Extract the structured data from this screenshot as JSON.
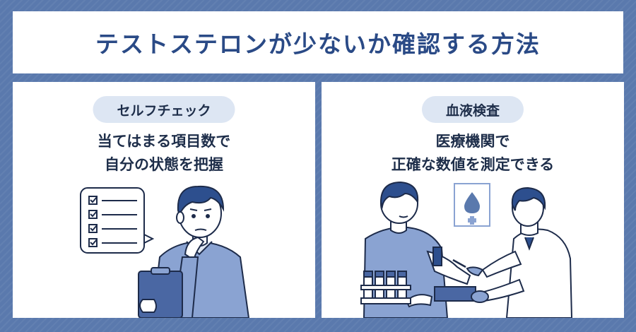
{
  "title": "テストステロンが少ないか確認する方法",
  "left_panel": {
    "label": "セルフチェック",
    "desc_line1": "当てはまる項目数で",
    "desc_line2": "自分の状態を把握"
  },
  "right_panel": {
    "label": "血液検査",
    "desc_line1": "医療機関で",
    "desc_line2": "正確な数値を測定できる"
  },
  "colors": {
    "background": "#5a79ad",
    "title_text": "#2a4a86",
    "pill": "#dde6f3",
    "body_text": "#1e2e4a",
    "shirt": "#8aa3d2",
    "outline": "#1d2b4a"
  }
}
